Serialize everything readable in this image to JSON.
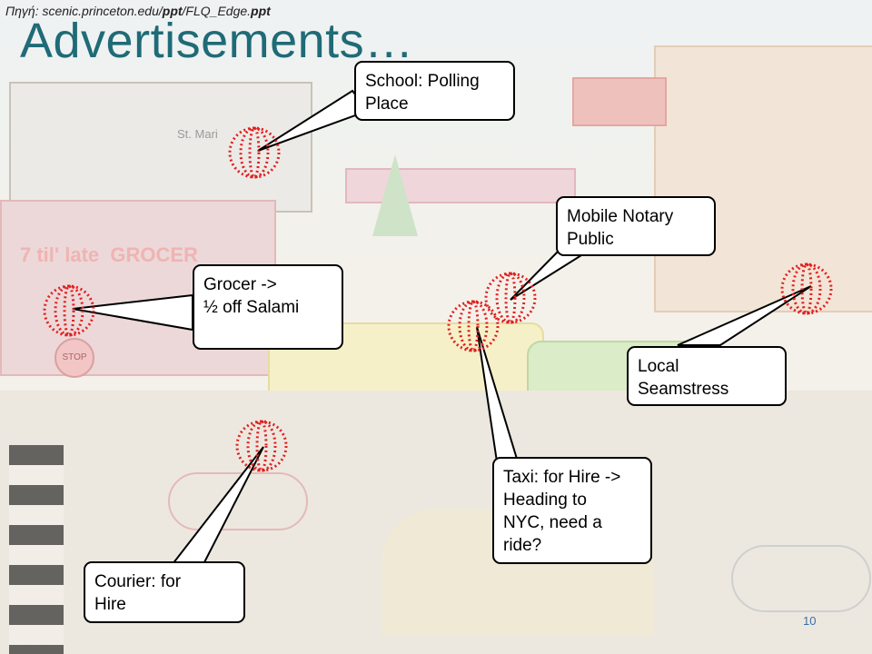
{
  "source": {
    "prefix": "Πηγή: scenic.princeton.edu/",
    "bold1": "ppt",
    "middle": "/FLQ_Edge.",
    "bold2": "ppt"
  },
  "title": "Advertisements…",
  "callouts": {
    "school": "School: Polling\nPlace",
    "notary": "Mobile   Notary\nPublic",
    "grocer": "Grocer ->\n½ off Salami",
    "seamstress": "Local\nSeamstress",
    "taxi": "Taxi: for Hire ->\nHeading to\nNYC, need a\nride?",
    "courier": "Courier: for\nHire"
  },
  "scene_text": {
    "store_sign": "7 til' late  GROCER",
    "stop_sign": "STOP",
    "church_sign": "St. Mari"
  },
  "page_number": "10",
  "colors": {
    "title": "#1f6b77",
    "marker": "#e02020",
    "page_number": "#3d6fa8"
  }
}
